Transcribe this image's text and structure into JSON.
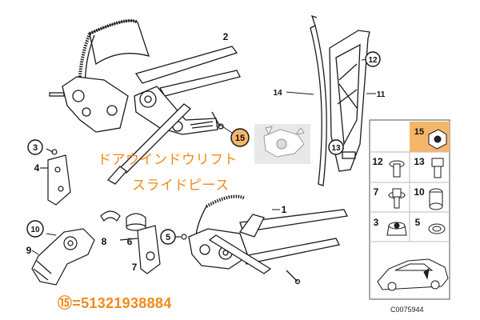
{
  "labels": {
    "l1": "1",
    "l2": "2",
    "l3": "3",
    "l4": "4",
    "l5": "5",
    "l6": "6",
    "l7": "7",
    "l8": "8",
    "l9": "9",
    "l10": "10",
    "l11": "11",
    "l12": "12",
    "l13": "13",
    "l14": "14",
    "l15": "15"
  },
  "grid_labels": {
    "g15": "15",
    "g12": "12",
    "g13": "13",
    "g7": "7",
    "g10": "10",
    "g3": "3",
    "g5": "5"
  },
  "annotation": {
    "line1": "ドアウインドウリフト",
    "line2": "スライドピース",
    "part_number": "⑮=51321938884"
  },
  "diagram_code": "C0075944",
  "colors": {
    "highlight": "#f5b66a",
    "annotation": "#f28a1c",
    "line": "#1a1a1a"
  }
}
